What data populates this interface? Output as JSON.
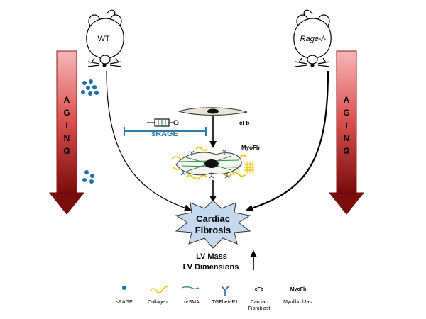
{
  "mice": {
    "wt_label": "WT",
    "ko_label": "Rage-/-"
  },
  "aging": {
    "left_letters": [
      "A",
      "G",
      "I",
      "N",
      "G"
    ],
    "right_letters": [
      "A",
      "G",
      "I",
      "N",
      "G"
    ]
  },
  "cells": {
    "cfb_label": "cFb",
    "myofb_label": "MyoFb"
  },
  "treatment": {
    "srage_label": "sRAGE"
  },
  "outcome": {
    "line1": "Cardiac",
    "line2": "Fibrosis",
    "lv_mass": "LV Mass",
    "lv_dimensions": "LV Dimensions"
  },
  "legend": {
    "srage": "sRAGE",
    "collagen": "Collagen",
    "asma": "α-SMA",
    "tgfb": "TGFbetaR1",
    "cfb_symbol": "cFb",
    "cfb_line1": "Cardiac",
    "cfb_line2": "Fibroblast",
    "myofb_symbol": "MyoFb",
    "myofb_desc": "Myofibroblast"
  },
  "colors": {
    "aging_top": "#f7b6b6",
    "aging_bottom": "#7a0c0c",
    "srage_blue": "#1f6fa8",
    "teal": "#2a7ea6",
    "collagen_yellow": "#f2c200",
    "asma_green": "#2f8f4a",
    "tgfb_blue": "#3a5fa8",
    "burst_fill": "#c7d9ee"
  }
}
